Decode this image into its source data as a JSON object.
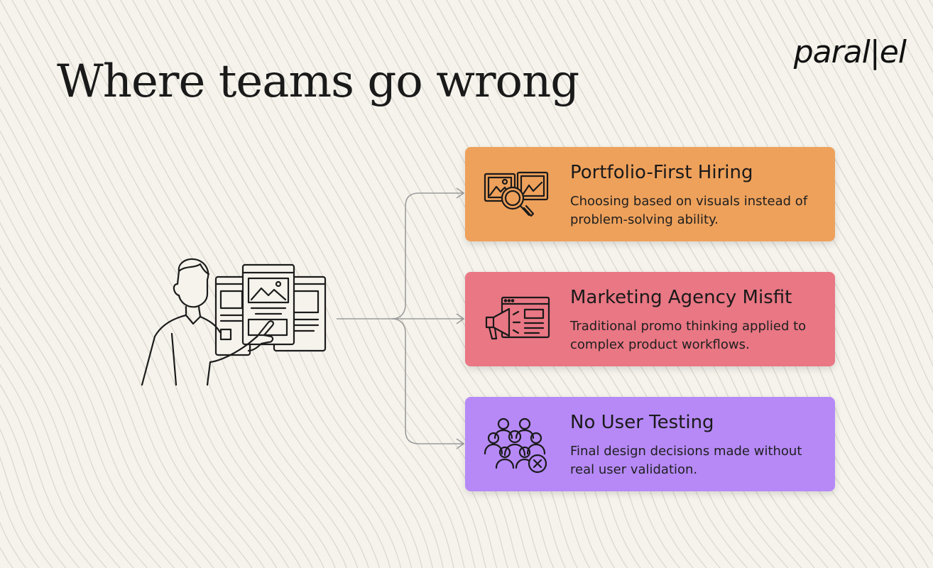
{
  "title": "Where teams go wrong",
  "logo": "paral|el",
  "colors": {
    "background": "#f5f3ec",
    "card_orange": "#eea15b",
    "card_red": "#e97784",
    "card_purple": "#b689f7",
    "line": "#9c9c9c"
  },
  "cards": [
    {
      "title": "Portfolio-First Hiring",
      "text": "Choosing based on visuals instead of problem-solving ability.",
      "icon": "portfolio-magnifier-icon"
    },
    {
      "title": "Marketing Agency Misfit",
      "text": "Traditional promo thinking applied to complex product workflows.",
      "icon": "megaphone-browser-icon"
    },
    {
      "title": "No User Testing",
      "text": "Final design decisions made without real user validation.",
      "icon": "user-group-x-icon"
    }
  ]
}
